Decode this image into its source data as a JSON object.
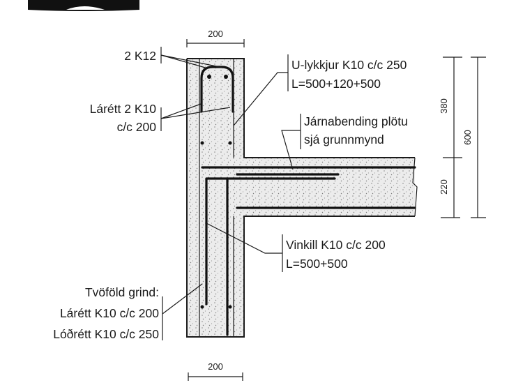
{
  "labels": {
    "top_bars": "2 K12",
    "horizontal_bars_line1": "Lárétt 2 K10",
    "horizontal_bars_line2": "c/c 200",
    "u_bar_line1": "U-lykkjur K10 c/c 250",
    "u_bar_line2": "L=500+120+500",
    "slab_rebar_line1": "Járnabending plötu",
    "slab_rebar_line2": "sjá grunnmynd",
    "angle_bar_line1": "Vinkill K10 c/c 200",
    "angle_bar_line2": "L=500+500",
    "mesh_line1": "Tvöföld grind:",
    "mesh_line2": "Lárétt K10 c/c 200",
    "mesh_line3": "Lóðrétt K10 c/c 250"
  },
  "dimensions": {
    "wall_width_top": "200",
    "wall_width_bottom": "200",
    "upper_height": "380",
    "slab_thickness": "220",
    "total_height": "600"
  },
  "colors": {
    "ink": "#1a1a1a",
    "concrete": "#ececec",
    "concrete_dots": "#8a8a8a"
  }
}
